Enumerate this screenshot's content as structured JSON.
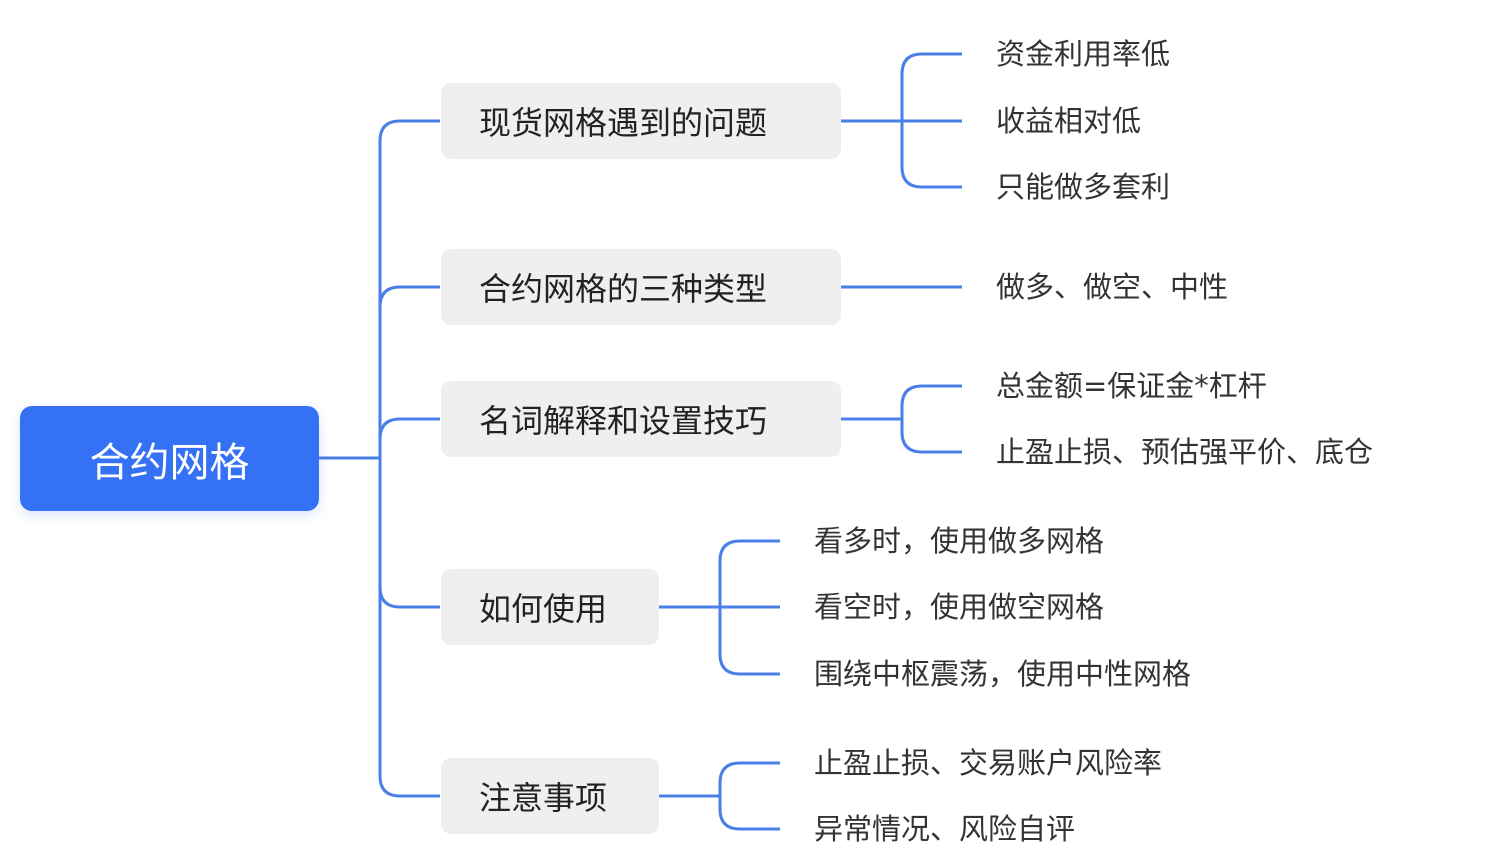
{
  "root": {
    "label": "合约网格"
  },
  "colors": {
    "accent": "#3471f5",
    "line": "#4a7fe8",
    "branch_bg": "#efefef"
  },
  "branches": [
    {
      "label": "现货网格遇到的问题",
      "leaves": [
        "资金利用率低",
        "收益相对低",
        "只能做多套利"
      ]
    },
    {
      "label": "合约网格的三种类型",
      "leaves": [
        "做多、做空、中性"
      ]
    },
    {
      "label": "名词解释和设置技巧",
      "leaves": [
        "总金额=保证金*杠杆",
        "止盈止损、预估强平价、底仓"
      ]
    },
    {
      "label": "如何使用",
      "leaves": [
        "看多时，使用做多网格",
        "看空时，使用做空网格",
        "围绕中枢震荡，使用中性网格"
      ]
    },
    {
      "label": "注意事项",
      "leaves": [
        "止盈止损、交易账户风险率",
        "异常情况、风险自评"
      ]
    }
  ]
}
